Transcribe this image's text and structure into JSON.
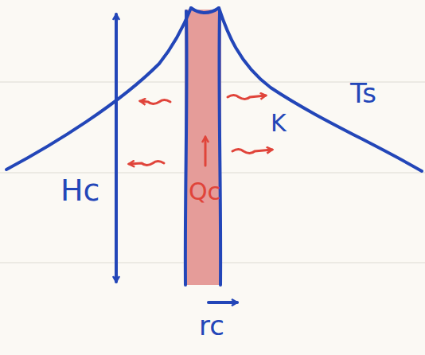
{
  "diagram": {
    "labels": [
      "Hc",
      "Qc",
      "K",
      "Ts",
      "rc"
    ]
  }
}
